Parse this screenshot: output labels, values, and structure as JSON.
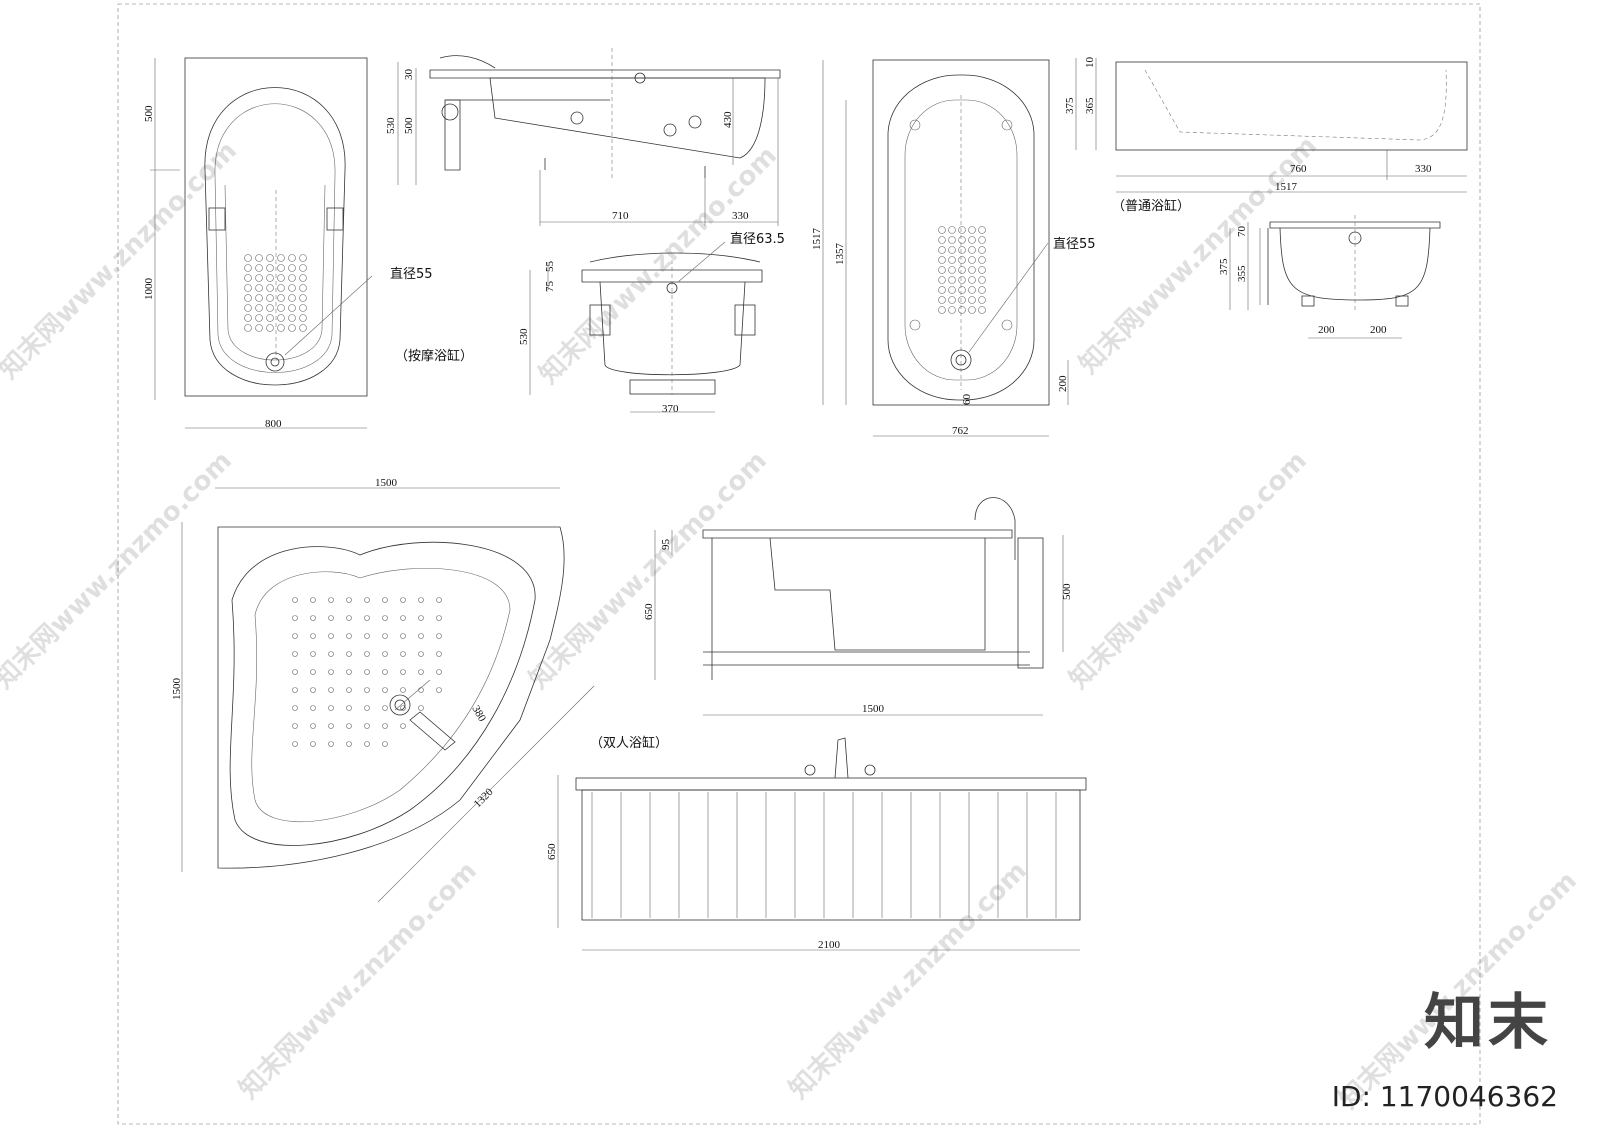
{
  "watermark": "知末网www.znzmo.com",
  "brand": "知末",
  "id_label": "ID: 1170046362",
  "labels": {
    "massage_tub": "（按摩浴缸）",
    "regular_tub": "（普通浴缸）",
    "double_tub": "（双人浴缸）",
    "diameter_55_a": "直径55",
    "diameter_63": "直径63.5",
    "diameter_55_b": "直径55"
  },
  "dims": {
    "m_500": "500",
    "m_1000": "1000",
    "m_800": "800",
    "s_30": "30",
    "s_530": "530",
    "s_500": "500",
    "s_430": "430",
    "s_710": "710",
    "s_330": "330",
    "e_75": "75",
    "e_55": "55",
    "e_530": "530",
    "e_370": "370",
    "r_1517": "1517",
    "r_1357": "1357",
    "r_200": "200",
    "r_60": "60",
    "r_762": "762",
    "rs_10": "10",
    "rs_375": "375",
    "rs_365": "365",
    "rs_760": "760",
    "rs_330": "330",
    "rs_1517": "1517",
    "re_70": "70",
    "re_375": "375",
    "re_355": "355",
    "re_200a": "200",
    "re_200b": "200",
    "c_1500_top": "1500",
    "c_1500_left": "1500",
    "c_1320": "1320",
    "c_380": "380",
    "d_95": "95",
    "d_650": "650",
    "d_500": "500",
    "d_1500": "1500",
    "f_650": "650",
    "f_2100": "2100"
  }
}
